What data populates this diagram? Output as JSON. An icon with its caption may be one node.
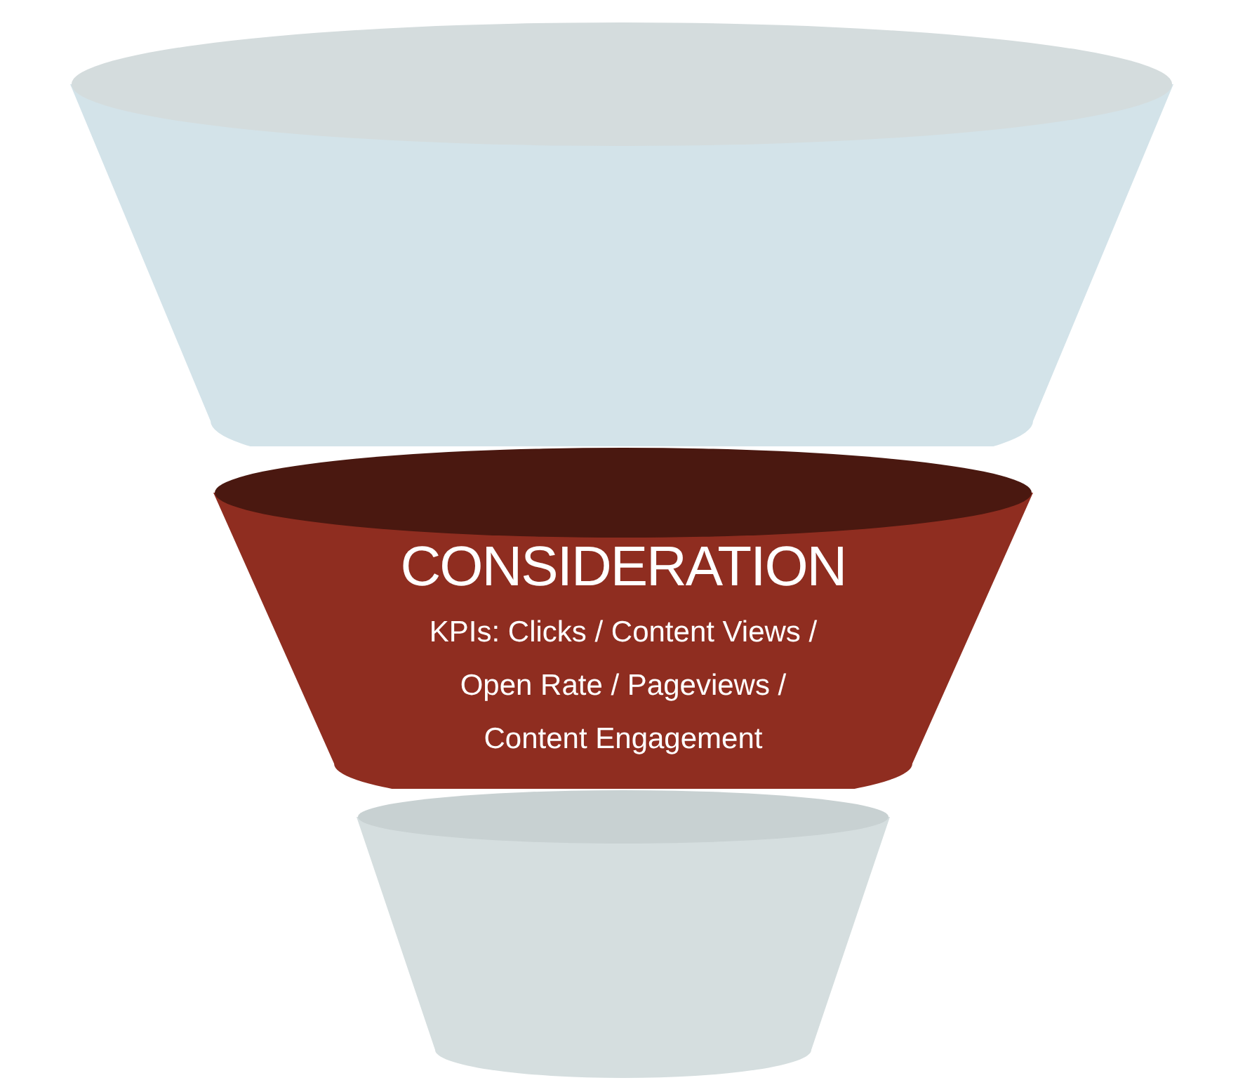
{
  "diagram": {
    "nodes": [
      {
        "text": [],
        "shape": "trapezoid"
      },
      {
        "text": [
          "CONSIDERATION",
          "KPIs: Clicks / Content Views / Open Rate / Pageviews / Content Engagement"
        ]
      },
      {
        "text": [],
        "shape": "trapezoid"
      }
    ]
  }
}
